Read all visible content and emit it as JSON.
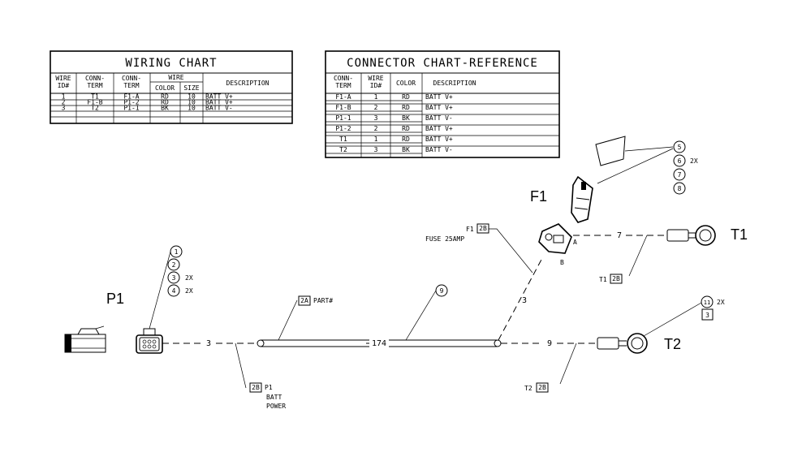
{
  "wiring_chart": {
    "title": "WIRING CHART",
    "headers": {
      "wire_id": [
        "WIRE",
        "ID#"
      ],
      "conn_from": [
        "CONN-",
        "TERM"
      ],
      "conn_to": [
        "CONN-",
        "TERM"
      ],
      "wire": "WIRE",
      "color": "COLOR",
      "size": "SIZE",
      "description": "DESCRIPTION"
    },
    "rows": [
      {
        "id": "1",
        "from": "T1",
        "to": "F1-A",
        "color": "RD",
        "size": "10",
        "desc": "BATT V+"
      },
      {
        "id": "2",
        "from": "F1-B",
        "to": "P1-2",
        "color": "RD",
        "size": "10",
        "desc": "BATT V+"
      },
      {
        "id": "3",
        "from": "T2",
        "to": "P1-1",
        "color": "BK",
        "size": "10",
        "desc": "BATT V-"
      }
    ]
  },
  "connector_chart": {
    "title": "CONNECTOR CHART-REFERENCE",
    "headers": {
      "conn": [
        "CONN-",
        "TERM"
      ],
      "wire": [
        "WIRE",
        "ID#"
      ],
      "color": "COLOR",
      "description": "DESCRIPTION"
    },
    "rows": [
      {
        "conn": "F1-A",
        "wire": "1",
        "color": "RD",
        "desc": "BATT V+"
      },
      {
        "conn": "F1-B",
        "wire": "2",
        "color": "RD",
        "desc": "BATT V+"
      },
      {
        "conn": "P1-1",
        "wire": "3",
        "color": "BK",
        "desc": "BATT V-"
      },
      {
        "conn": "P1-2",
        "wire": "2",
        "color": "RD",
        "desc": "BATT V+"
      },
      {
        "conn": "T1",
        "wire": "1",
        "color": "RD",
        "desc": "BATT V+"
      },
      {
        "conn": "T2",
        "wire": "3",
        "color": "BK",
        "desc": "BATT V-"
      }
    ]
  },
  "diagram": {
    "labels": {
      "p1": "P1",
      "f1": "F1",
      "t1": "T1",
      "t2": "T2",
      "fuse_ref": "F1",
      "fuse_desc": "FUSE 25AMP",
      "pin_a": "A",
      "pin_b": "B",
      "t1_ref": "T1",
      "t2_ref": "T2",
      "p1_ref": "P1",
      "batt": "BATT",
      "power": "POWER",
      "part": "PART#",
      "length_main": "174",
      "len_p1": "3",
      "len_t1": "7",
      "len_f1": "3",
      "len_t2": "9"
    },
    "boxes": {
      "b2b": "2B",
      "b2a": "2A",
      "b3": "3"
    },
    "balloons": {
      "n1": "1",
      "n2": "2",
      "n3": "3",
      "n4": "4",
      "n5": "5",
      "n6": "6",
      "n7": "7",
      "n8": "8",
      "n9": "9",
      "n11": "11"
    },
    "qty": {
      "q3": "2X",
      "q4": "2X",
      "q6": "2X",
      "q11": "2X"
    }
  }
}
